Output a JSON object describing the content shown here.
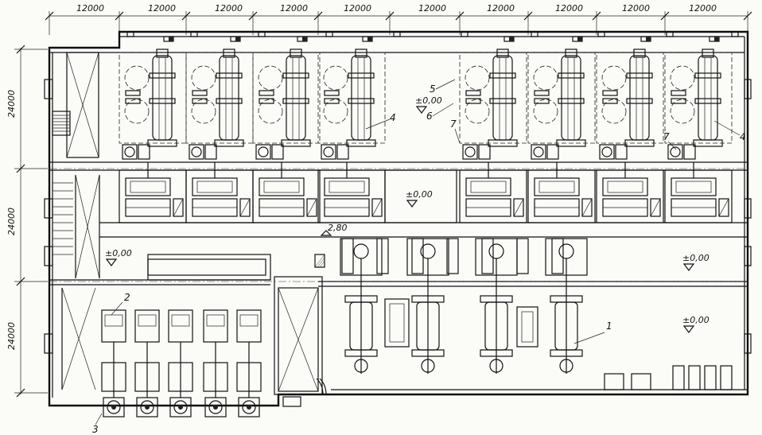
{
  "dimensions": {
    "top_spans": [
      "12000",
      "12000",
      "12000",
      "12000",
      "12000",
      "12000",
      "12000",
      "12000",
      "12000",
      "12000"
    ],
    "left_spans": [
      "24000",
      "24000",
      "24000"
    ]
  },
  "levels": {
    "upper_left": "±0,00",
    "upper_middle": "±0,00",
    "lower_left": "±0,00",
    "right_middle": "±0,00",
    "right_lower": "±0,00",
    "stair": "2,80"
  },
  "callouts": {
    "n1": "1",
    "n2": "2",
    "n3": "3",
    "n4": "4",
    "n5": "5",
    "n6": "6",
    "n7": "7"
  }
}
